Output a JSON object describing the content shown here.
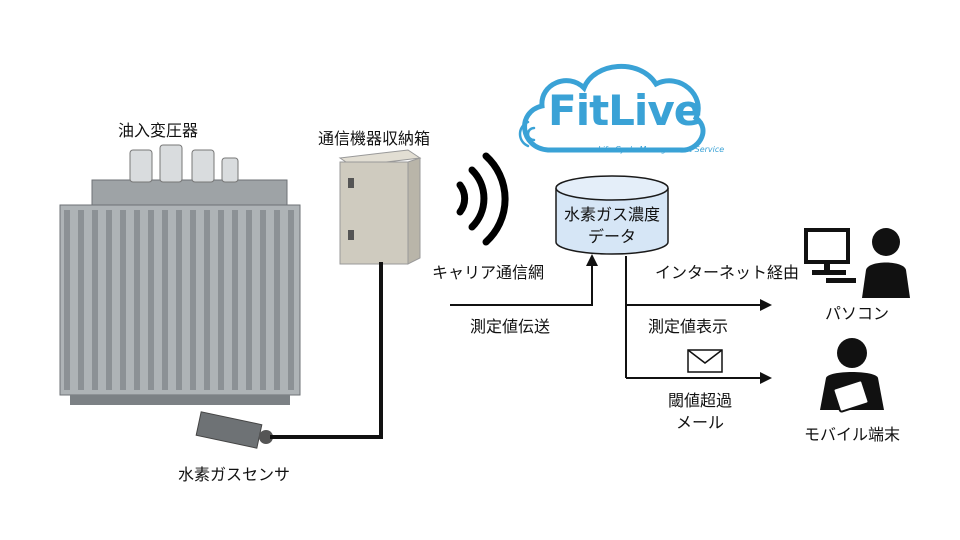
{
  "labels": {
    "transformer": "油入変圧器",
    "enclosure": "通信機器収納箱",
    "sensor": "水素ガスセンサ",
    "carrier": "キャリア通信網",
    "transmit": "測定値伝送",
    "internet": "インターネット経由",
    "display": "測定値表示",
    "pc": "パソコン",
    "threshold": "閾値超過\nメール",
    "mobile": "モバイル端末"
  },
  "database": {
    "line1": "水素ガス濃度",
    "line2": "データ"
  },
  "logo": {
    "name": "FitLive",
    "tagline": "Life Cycle Management Service"
  },
  "colors": {
    "logo": "#3aa2d6",
    "db_fill": "#d6e6f6",
    "db_stroke": "#1a1a1a",
    "line": "#111111",
    "enclosure": "#cfcbbf"
  }
}
